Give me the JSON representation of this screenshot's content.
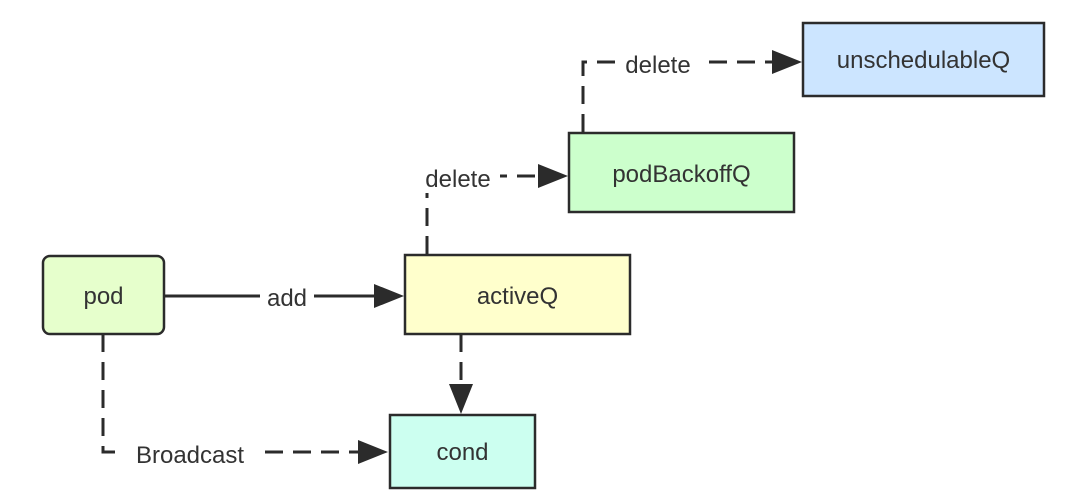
{
  "nodes": {
    "pod": {
      "label": "pod",
      "color": "#e6ffcc"
    },
    "activeQ": {
      "label": "activeQ",
      "color": "#ffffcc"
    },
    "podBackoffQ": {
      "label": "podBackoffQ",
      "color": "#ccffcc"
    },
    "unschedulableQ": {
      "label": "unschedulableQ",
      "color": "#cce5ff"
    },
    "cond": {
      "label": "cond",
      "color": "#ccfff0"
    }
  },
  "edges": {
    "add": {
      "label": "add",
      "style": "solid"
    },
    "delete_to_backoff": {
      "label": "delete",
      "style": "dashed"
    },
    "delete_to_unschedulable": {
      "label": "delete",
      "style": "dashed"
    },
    "broadcast": {
      "label": "Broadcast",
      "style": "dashed"
    },
    "activeq_to_cond": {
      "label": "",
      "style": "dashed"
    }
  }
}
